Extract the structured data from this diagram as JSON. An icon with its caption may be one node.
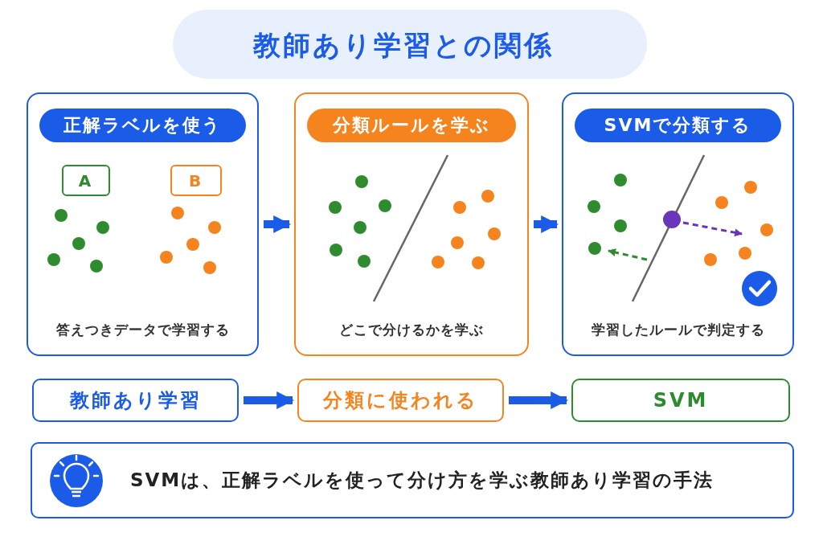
{
  "diagram": {
    "title": "教師あり学習との関係",
    "nodes": [
      {
        "text": [
          "正解ラベルを使う",
          "答えつきデータで学習する"
        ]
      },
      {
        "text": [
          "A"
        ],
        "in": 0
      },
      {
        "text": [
          "B"
        ],
        "in": 0
      },
      {
        "text": [
          "分類ルールを学ぶ",
          "どこで分けるかを学ぶ"
        ]
      },
      {
        "text": [
          "SVMで分類する",
          "学習したルールで判定する"
        ]
      },
      {
        "text": [
          "教師あり学習"
        ]
      },
      {
        "text": [
          "分類に使われる"
        ]
      },
      {
        "text": [
          "SVM"
        ]
      },
      {
        "text": [
          "SVMは、正解ラベルを使って分け方を学ぶ教師あり学習の手法"
        ]
      }
    ],
    "edges": [
      {
        "from": 0,
        "to": 3,
        "arrow": "to"
      },
      {
        "from": 3,
        "to": 4,
        "arrow": "to"
      },
      {
        "from": 5,
        "to": 6,
        "arrow": "to"
      },
      {
        "from": 6,
        "to": 7,
        "arrow": "to"
      }
    ]
  }
}
